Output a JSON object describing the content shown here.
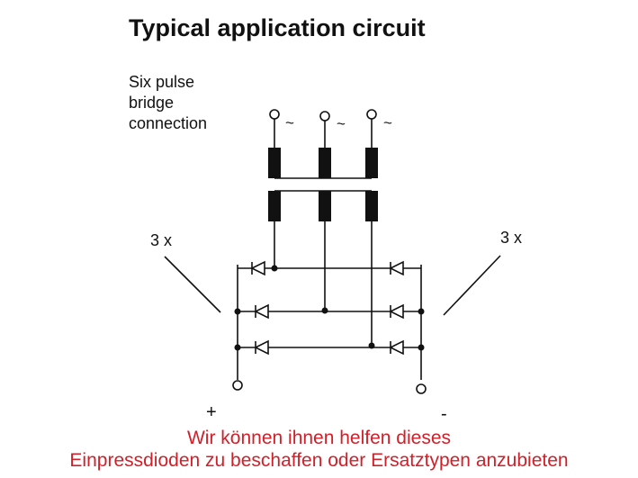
{
  "title": "Typical application circuit",
  "connection_label": [
    "Six pulse",
    "bridge",
    "connection"
  ],
  "ac_symbol": "~",
  "quantity_left": "3 x",
  "quantity_right": "3 x",
  "terminal_positive": "+",
  "terminal_negative": "-",
  "note": {
    "line1": "Wir können ihnen helfen dieses",
    "line2": "Einpressdioden zu beschaffen oder Ersatztypen anzubieten"
  },
  "colors": {
    "line": "#111111",
    "note_text": "#d0202a"
  }
}
